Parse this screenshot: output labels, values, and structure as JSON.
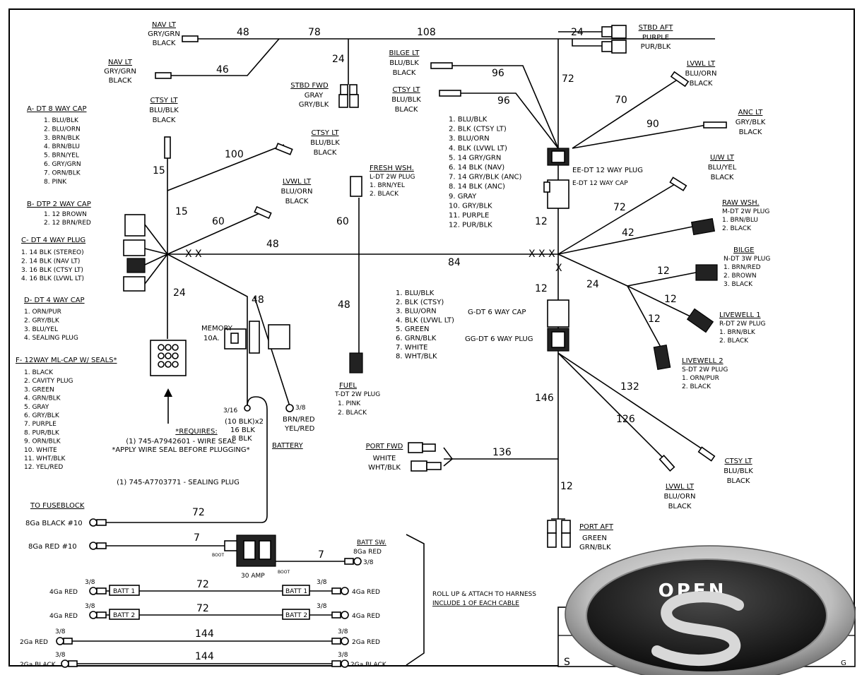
{
  "wire_numbers": {
    "n48a": "48",
    "n78": "78",
    "n108": "108",
    "n24a": "24",
    "n46": "46",
    "n24b": "24",
    "n96a": "96",
    "n72a": "72",
    "n96b": "96",
    "n70": "70",
    "n90": "90",
    "n15a": "15",
    "n100": "100",
    "n15b": "15",
    "n60a": "60",
    "n48b": "48",
    "n60b": "60",
    "n12a": "12",
    "n84": "84",
    "n72b": "72",
    "n42": "42",
    "n12b": "12",
    "n24c": "24",
    "n48c": "48",
    "n48d": "48",
    "n12c": "12",
    "n24d": "24",
    "n12d": "12",
    "n12e": "12",
    "n146": "146",
    "n132": "132",
    "n126": "126",
    "n136": "136",
    "n12f": "12",
    "n72c": "72",
    "n7a": "7",
    "n7b": "7",
    "n72d": "72",
    "n72e": "72",
    "n144a": "144",
    "n144b": "144"
  },
  "labels": {
    "nav_lt_1": [
      "NAV LT",
      "GRY/GRN",
      "BLACK"
    ],
    "nav_lt_2": [
      "NAV LT",
      "GRY/GRN",
      "BLACK"
    ],
    "stbd_aft": [
      "STBD AFT",
      "PURPLE",
      "PUR/BLK"
    ],
    "stbd_fwd": [
      "STBD FWD",
      "GRAY",
      "GRY/BLK"
    ],
    "bilge_lt": [
      "BILGE LT",
      "BLU/BLK",
      "BLACK"
    ],
    "ctsy_lt_top": [
      "CTSY LT",
      "BLU/BLK",
      "BLACK"
    ],
    "lvwl_lt_top": [
      "LVWL LT",
      "BLU/ORN",
      "BLACK"
    ],
    "anc_lt": [
      "ANC LT",
      "GRY/BLK",
      "BLACK"
    ],
    "uw_lt": [
      "U/W LT",
      "BLU/YEL",
      "BLACK"
    ],
    "ctsy_lt_left": [
      "CTSY LT",
      "BLU/BLK",
      "BLACK"
    ],
    "ctsy_lt_mid": [
      "CTSY LT",
      "BLU/BLK",
      "BLACK"
    ],
    "lvwl_lt_mid": [
      "LVWL LT",
      "BLU/ORN",
      "BLACK"
    ],
    "fresh_wsh": [
      "FRESH WSH.",
      "L-DT 2W PLUG",
      "1. BRN/YEL",
      "2. BLACK"
    ],
    "raw_wsh": [
      "RAW WSH.",
      "M-DT 2W PLUG",
      "1. BRN/BLU",
      "2. BLACK"
    ],
    "bilge": [
      "BILGE",
      "N-DT 3W PLUG",
      "1. BRN/RED",
      "2. BROWN",
      "3. BLACK"
    ],
    "livewell_1": [
      "LIVEWELL 1",
      "R-DT 2W PLUG",
      "1. BRN/BLK",
      "2. BLACK"
    ],
    "livewell_2": [
      "LIVEWELL 2",
      "S-DT 2W PLUG",
      "1. ORN/PUR",
      "2. BLACK"
    ],
    "fuel": [
      "FUEL",
      "T-DT 2W PLUG",
      "1. PINK",
      "2. BLACK"
    ],
    "ctsy_lt_bot": [
      "CTSY LT",
      "BLU/BLK",
      "BLACK"
    ],
    "lvwl_lt_bot": [
      "LVWL LT",
      "BLU/ORN",
      "BLACK"
    ],
    "port_fwd": [
      "PORT FWD",
      "WHITE",
      "WHT/BLK"
    ],
    "port_aft": [
      "PORT AFT",
      "GREEN",
      "GRN/BLK"
    ],
    "ee_plug": "EE-DT 12 WAY PLUG",
    "e_cap": "E-DT 12 WAY CAP",
    "g_cap": "G-DT 6 WAY CAP",
    "gg_plug": "GG-DT 6 WAY PLUG",
    "memory": [
      "MEMORY",
      "10A."
    ],
    "batt_wire_1": [
      "3/16",
      "(10 BLK)x2",
      "16 BLK",
      "8 BLK"
    ],
    "batt_wire_2": [
      "3/8",
      "BRN/RED",
      "YEL/RED"
    ],
    "battery": "BATTERY",
    "requires": [
      "*REQUIRES:",
      "(1) 745-A7942601 - WIRE SEAL",
      "*APPLY WIRE SEAL BEFORE PLUGGING*",
      "(1) 745-A7703771 - SEALING PLUG"
    ],
    "to_fuseblock": "TO FUSEBLOCK",
    "fb_black": "8Ga BLACK #10",
    "fb_red": "8Ga RED #10",
    "batt_sw": [
      "BATT SW.",
      "8Ga RED",
      "3/8"
    ],
    "amp": "30 AMP",
    "boot1": "BOOT",
    "boot2": "BOOT",
    "batt1_left": [
      "3/8",
      "4Ga RED",
      "BATT 1"
    ],
    "batt1_right": [
      "BATT 1",
      "3/8",
      "4Ga RED"
    ],
    "batt2_left": [
      "3/8",
      "4Ga RED",
      "BATT 2"
    ],
    "batt2_right": [
      "BATT 2",
      "3/8",
      "4Ga RED"
    ],
    "g2_left": [
      "3/8",
      "2Ga RED"
    ],
    "g2_right": [
      "3/8",
      "2Ga RED"
    ],
    "g2b_left": [
      "3/8",
      "2Ga BLACK"
    ],
    "g2b_right": [
      "3/8",
      "2Ga BLACK"
    ],
    "roll_up": [
      "ROLL UP & ATTACH TO HARNESS",
      "INCLUDE 1 OF EACH CABLE"
    ],
    "xx_left": "X X",
    "xxx_right": "X X X",
    "x_small": "X"
  },
  "ee_list": [
    "1. BLU/BLK",
    "2. BLK (CTSY LT)",
    "3. BLU/ORN",
    "4. BLK (LVWL LT)",
    "5. 14 GRY/GRN",
    "6. 14 BLK (NAV)",
    "7. 14 GRY/BLK (ANC)",
    "8. 14 BLK (ANC)",
    "9. GRAY",
    "10. GRY/BLK",
    "11. PURPLE",
    "12. PUR/BLK"
  ],
  "g_list": [
    "1. BLU/BLK",
    "2. BLK (CTSY)",
    "3. BLU/ORN",
    "4. BLK (LVWL LT)",
    "5. GREEN",
    "6. GRN/BLK",
    "7. WHITE",
    "8. WHT/BLK"
  ],
  "legend": {
    "a": {
      "title": "A- DT 8 WAY CAP",
      "items": [
        "1. BLU/BLK",
        "2. BLU/ORN",
        "3. BRN/BLK",
        "4. BRN/BLU",
        "5. BRN/YEL",
        "6. GRY/GRN",
        "7. ORN/BLK",
        "8. PINK"
      ]
    },
    "b": {
      "title": "B- DTP 2 WAY CAP",
      "items": [
        "1. 12 BROWN",
        "2. 12 BRN/RED"
      ]
    },
    "c": {
      "title": "C- DT 4 WAY PLUG",
      "items": [
        "1. 14 BLK (STEREO)",
        "2. 14 BLK (NAV LT)",
        "3. 16 BLK (CTSY LT)",
        "4. 16 BLK (LVWL LT)"
      ]
    },
    "d": {
      "title": "D- DT 4 WAY CAP",
      "items": [
        "1. ORN/PUR",
        "2. GRY/BLK",
        "3. BLU/YEL",
        "4. SEALING PLUG"
      ]
    },
    "f": {
      "title": "F- 12WAY ML-CAP W/ SEALS*",
      "items": [
        "1. BLACK",
        "2. CAVITY PLUG",
        "3. GREEN",
        "4. GRN/BLK",
        "5. GRAY",
        "6. GRY/BLK",
        "7. PURPLE",
        "8. PUR/BLK",
        "9. ORN/BLK",
        "10. WHITE",
        "11. WHT/BLK",
        "12. YEL/RED"
      ]
    }
  },
  "watermark": {
    "text": "OPEN",
    "title_block_fragment": "S",
    "title_block_fragment_2": "G"
  }
}
